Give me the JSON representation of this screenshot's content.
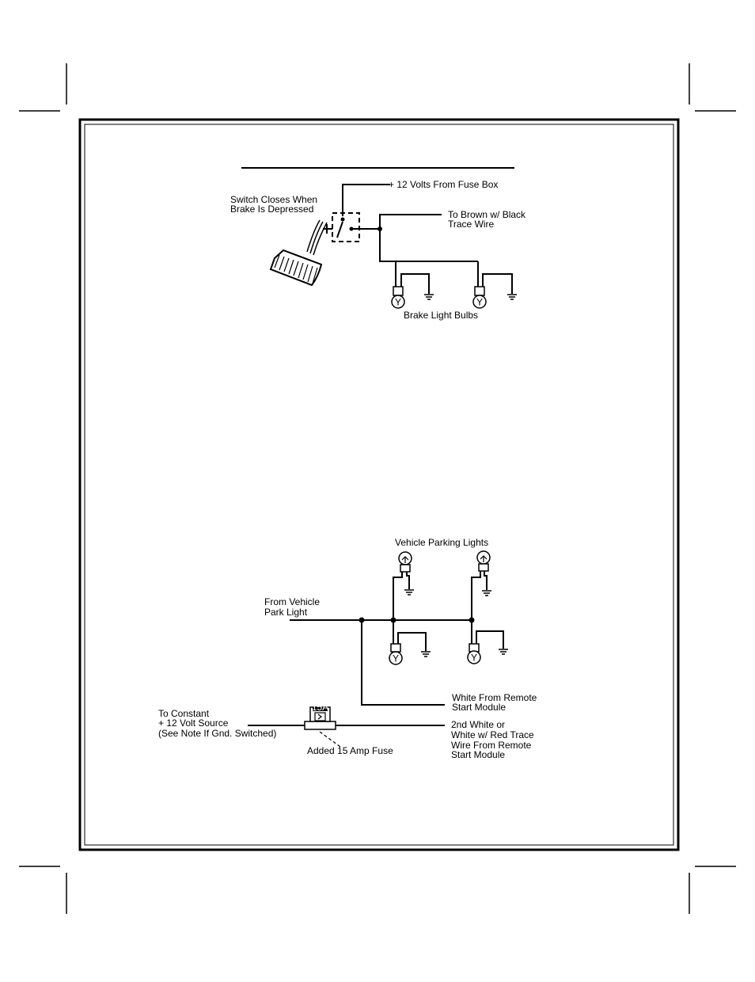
{
  "brake_diagram": {
    "fuse_box_label": "+ 12 Volts From Fuse Box",
    "switch_label": [
      "Switch Closes When",
      "Brake Is Depressed"
    ],
    "brown_wire_label": [
      "To Brown w/ Black",
      "Trace Wire"
    ],
    "bulbs_label": "Brake Light Bulbs",
    "bulb_letter": "Y"
  },
  "parking_diagram": {
    "parking_lights_label": "Vehicle Parking Lights",
    "from_park_label": [
      "From Vehicle",
      "Park Light"
    ],
    "white_wire_label": [
      "White From Remote",
      "Start Module"
    ],
    "constant_label": [
      "To Constant",
      "+ 12 Volt Source",
      "(See Note If Gnd. Switched)"
    ],
    "fuse_label": "Added 15 Amp Fuse",
    "fuse_rating": "15A",
    "second_white_label": [
      "2nd White or",
      "White w/ Red  Trace",
      "Wire From Remote",
      "Start Module"
    ],
    "bulb_letter": "Y"
  }
}
